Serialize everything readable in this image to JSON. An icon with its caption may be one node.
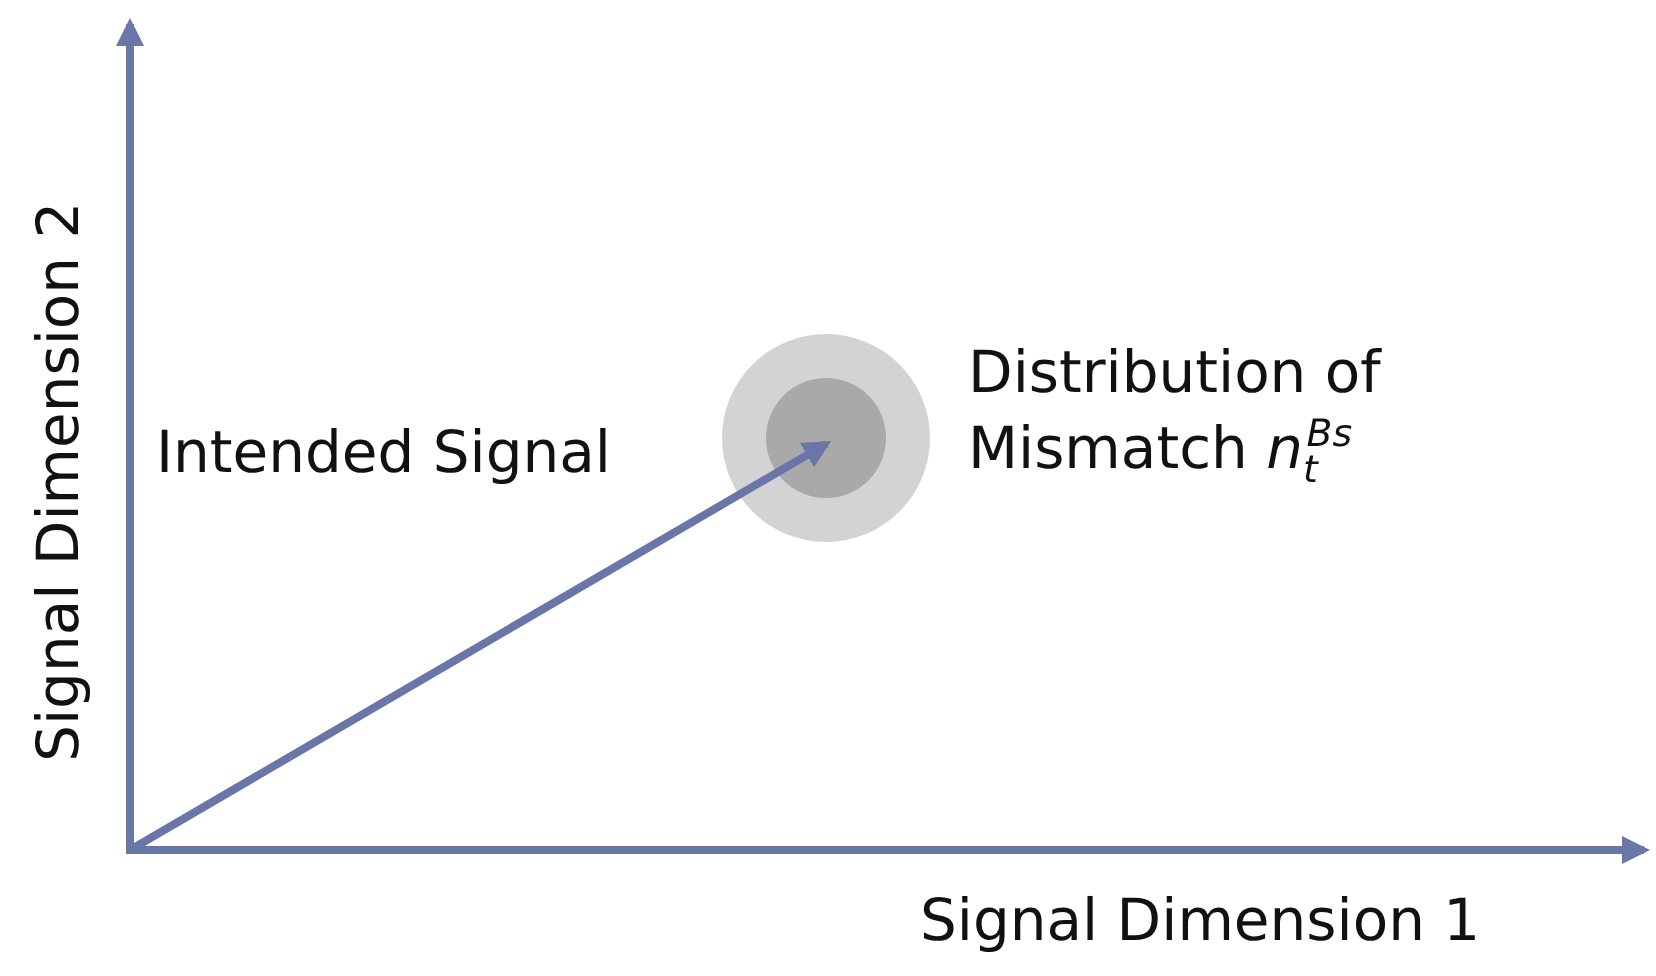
{
  "diagram": {
    "labels": [
      "Signal Dimension 2",
      "Intended Signal",
      "Distribution of Mismatch *n*$_{t}$$^{Bs}$",
      "Signal Dimension 1"
    ]
  }
}
